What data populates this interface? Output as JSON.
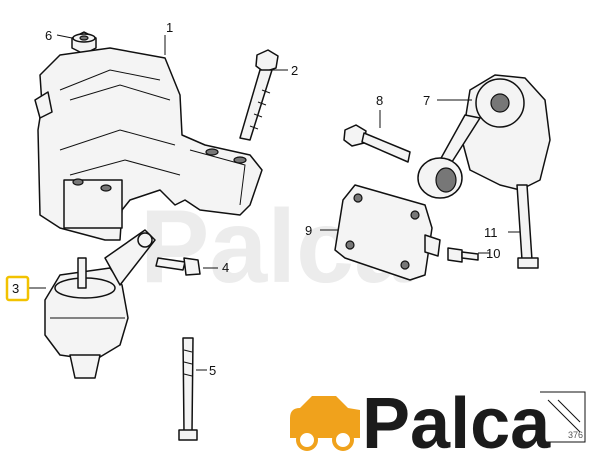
{
  "callouts": {
    "c1": "1",
    "c2": "2",
    "c3": "3",
    "c4": "4",
    "c5": "5",
    "c6": "6",
    "c7": "7",
    "c8": "8",
    "c9": "9",
    "c10": "10",
    "c11": "11"
  },
  "highlight_color": "#f2c200",
  "watermark": {
    "text": "Palca"
  },
  "logo": {
    "text": "Palca",
    "text_color": "#1b1b1b",
    "car_color": "#f0a21c"
  },
  "corner_code": "376"
}
